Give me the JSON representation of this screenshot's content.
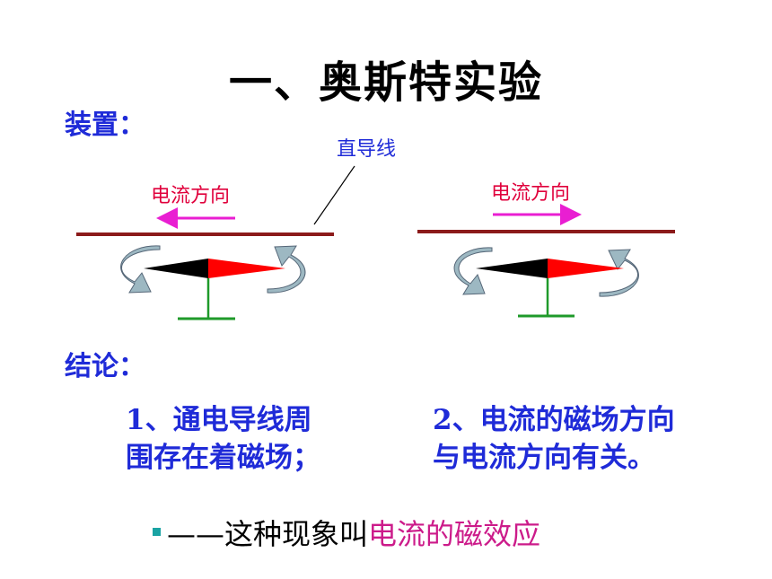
{
  "title": "一、奥斯特实验",
  "apparatus_label": "装置：",
  "diagram": {
    "wire_label": "直导线",
    "current_label_left": "电流方向",
    "current_label_right": "电流方向",
    "colors": {
      "wire": "#8b1a1a",
      "current_arrow": "#e91ed2",
      "needle_north": "#ff0000",
      "needle_south": "#000000",
      "stand": "#1f9a2a",
      "rotation_arrow": "#9db8c2"
    }
  },
  "conclusion_label": "结论：",
  "conclusions": [
    {
      "line1": "1、通电导线周",
      "line2": "围存在着磁场；"
    },
    {
      "line1": "2、电流的磁场方向",
      "line2": "与电流方向有关。"
    }
  ],
  "footer": {
    "prefix": "——这种现象叫",
    "highlight": "电流的磁效应"
  }
}
